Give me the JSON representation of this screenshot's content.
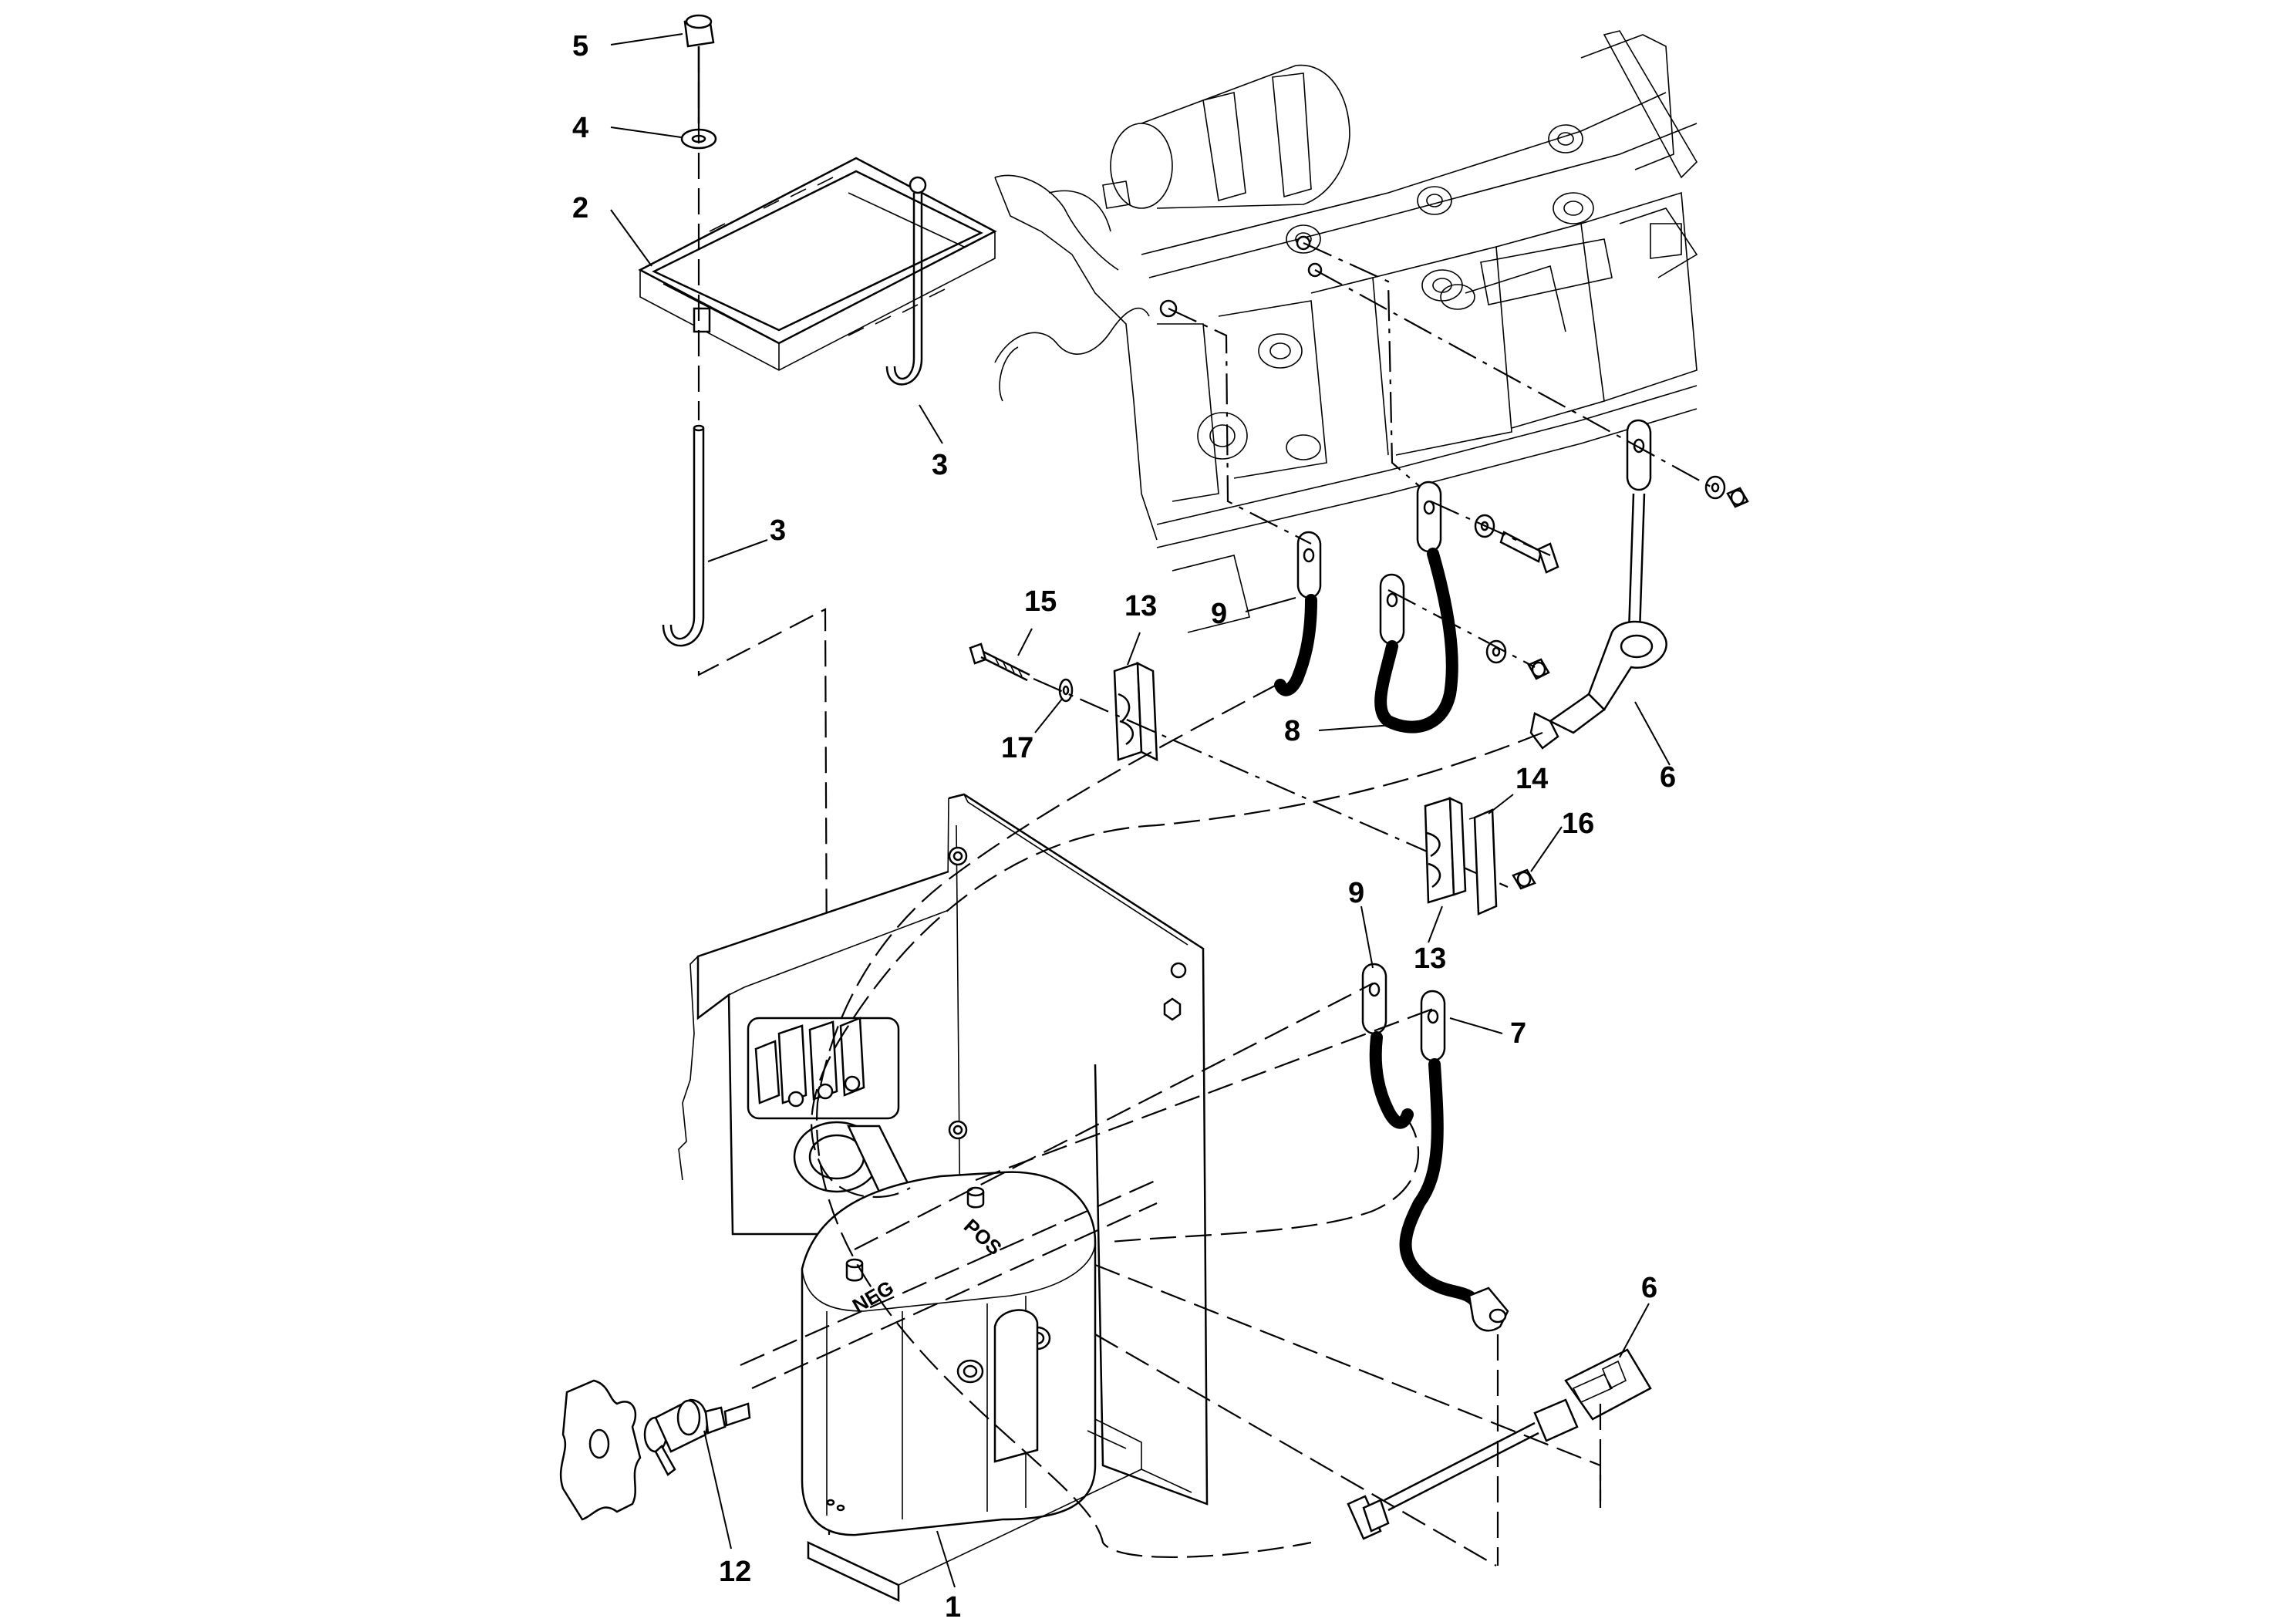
{
  "callouts": [
    {
      "id": "c5",
      "text": "5"
    },
    {
      "id": "c4",
      "text": "4"
    },
    {
      "id": "c2",
      "text": "2"
    },
    {
      "id": "c3a",
      "text": "3"
    },
    {
      "id": "c3b",
      "text": "3"
    },
    {
      "id": "c15",
      "text": "15"
    },
    {
      "id": "c13a",
      "text": "13"
    },
    {
      "id": "c9a",
      "text": "9"
    },
    {
      "id": "c17",
      "text": "17"
    },
    {
      "id": "c8",
      "text": "8"
    },
    {
      "id": "c6a",
      "text": "6"
    },
    {
      "id": "c14",
      "text": "14"
    },
    {
      "id": "c16",
      "text": "16"
    },
    {
      "id": "c13b",
      "text": "13"
    },
    {
      "id": "c9b",
      "text": "9"
    },
    {
      "id": "c7",
      "text": "7"
    },
    {
      "id": "c6b",
      "text": "6"
    },
    {
      "id": "c12",
      "text": "12"
    },
    {
      "id": "c1",
      "text": "1"
    }
  ],
  "battery_labels": {
    "neg": "NEG",
    "pos": "POS"
  },
  "colors": {
    "line": "#000000",
    "background": "#ffffff"
  }
}
